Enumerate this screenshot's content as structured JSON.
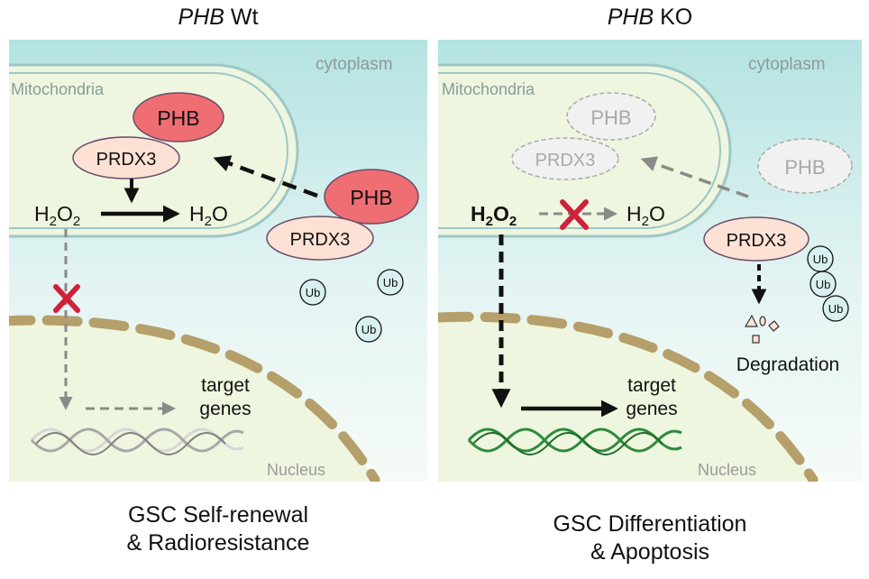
{
  "panels": {
    "left": {
      "title_italic": "PHB",
      "title_rest": " Wt",
      "cytoplasm": "cytoplasm",
      "mitochondria": "Mitochondria",
      "phb_inner": "PHB",
      "prdx3_inner": "PRDX3",
      "phb_outer": "PHB",
      "prdx3_outer": "PRDX3",
      "h2o2": "H",
      "h2o": "H",
      "ub": [
        "Ub",
        "Ub",
        "Ub"
      ],
      "target": "target",
      "genes": "genes",
      "nucleus": "Nucleus",
      "caption_line1": "GSC Self-renewal",
      "caption_line2": "& Radioresistance"
    },
    "right": {
      "title_italic": "PHB",
      "title_rest": " KO",
      "cytoplasm": "cytoplasm",
      "mitochondria": "Mitochondria",
      "phb_inner": "PHB",
      "prdx3_inner": "PRDX3",
      "phb_outer": "PHB",
      "prdx3_outer": "PRDX3",
      "h2o2": "H",
      "h2o": "H",
      "ub": [
        "Ub",
        "Ub",
        "Ub"
      ],
      "degradation": "Degradation",
      "target": "target",
      "genes": "genes",
      "nucleus": "Nucleus",
      "caption_line1": "GSC Differentiation",
      "caption_line2": "& Apoptosis"
    }
  },
  "colors": {
    "phb": "#ee6e74",
    "prdx3": "#fce1d4",
    "inhibit": "#d0213a",
    "dna_active": "#2e8b3c",
    "nucleus_dash": "#b59f6a"
  }
}
